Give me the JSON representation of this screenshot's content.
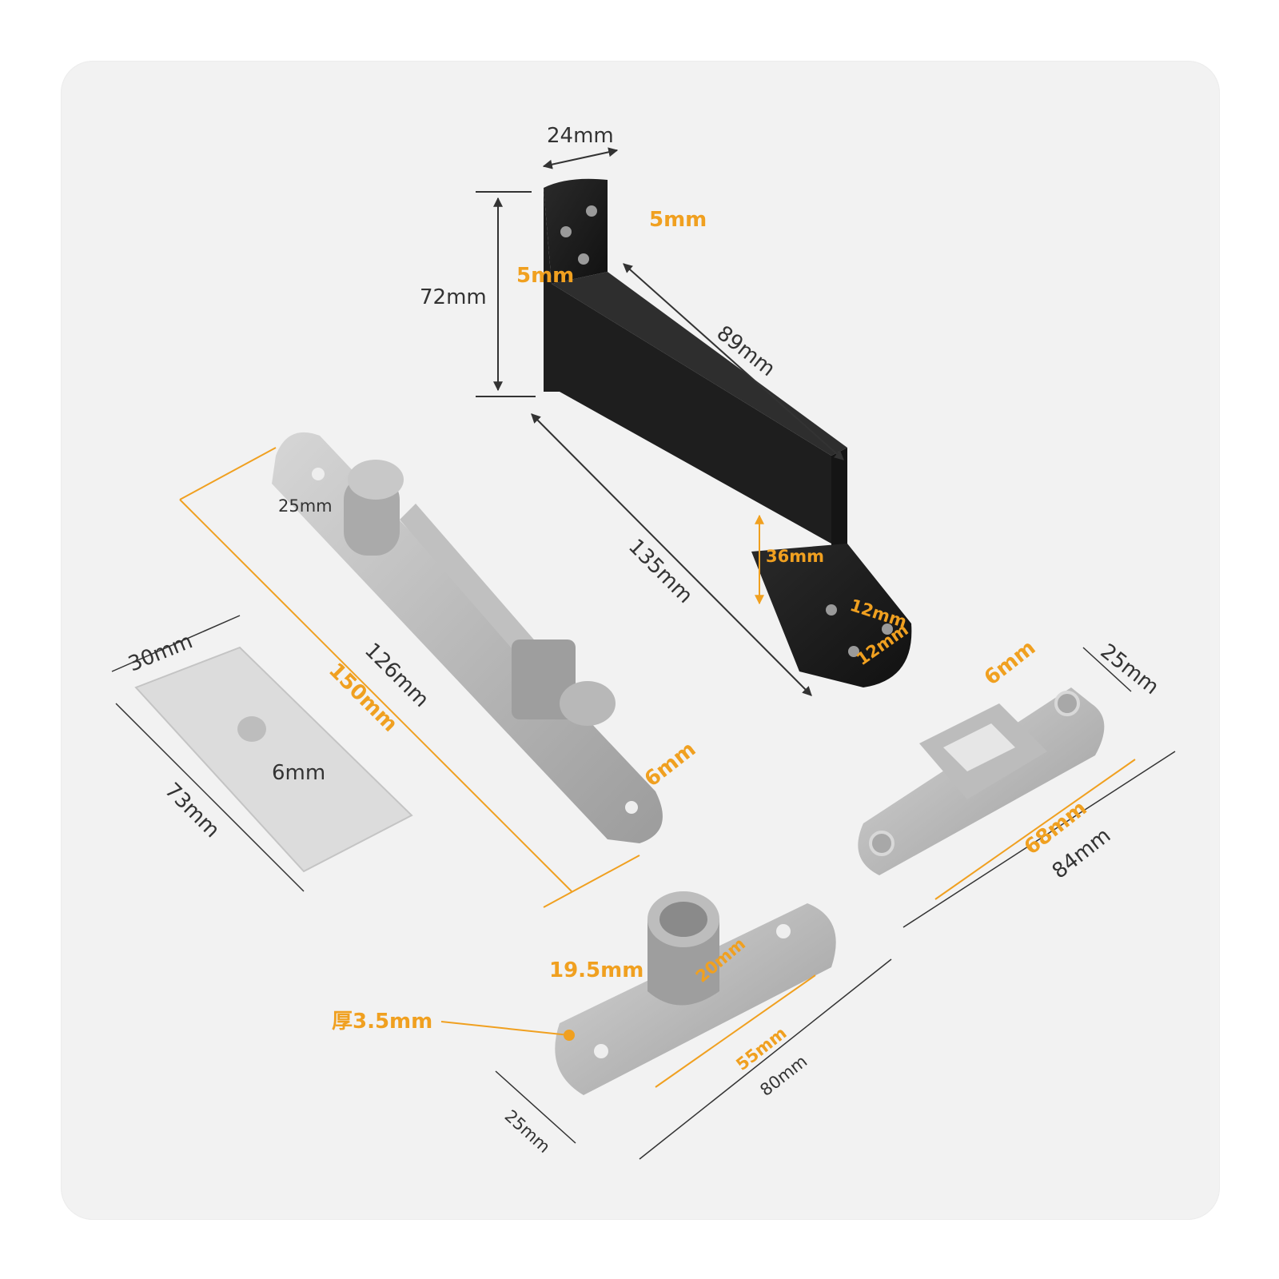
{
  "dimensions": {
    "bracket_width": "24mm",
    "bracket_hole_top": "5mm",
    "bracket_hole_spacing": "5mm",
    "bracket_height": "72mm",
    "bracket_depth": "89mm",
    "bracket_length": "135mm",
    "bracket_box_height": "36mm",
    "bracket_hole_a": "12mm",
    "bracket_hole_b": "12mm",
    "bolt_height": "25mm",
    "bolt_inner_length": "126mm",
    "bolt_total_length": "150mm",
    "bolt_hole": "6mm",
    "plate_width": "30mm",
    "plate_length": "73mm",
    "plate_hole": "6mm",
    "strike_hole": "6mm",
    "strike_width": "25mm",
    "strike_spacing": "68mm",
    "strike_length": "84mm",
    "sleeve_height": "19.5mm",
    "sleeve_diameter": "20mm",
    "base_thickness": "厚3.5mm",
    "base_spacing": "55mm",
    "base_length": "80mm",
    "base_width": "25mm"
  },
  "colors": {
    "background": "#f2f2f2",
    "steel": "#b4b4b4",
    "black_part": "#1c1c1c",
    "accent_orange": "#f0a020",
    "dim_line": "#333333"
  }
}
